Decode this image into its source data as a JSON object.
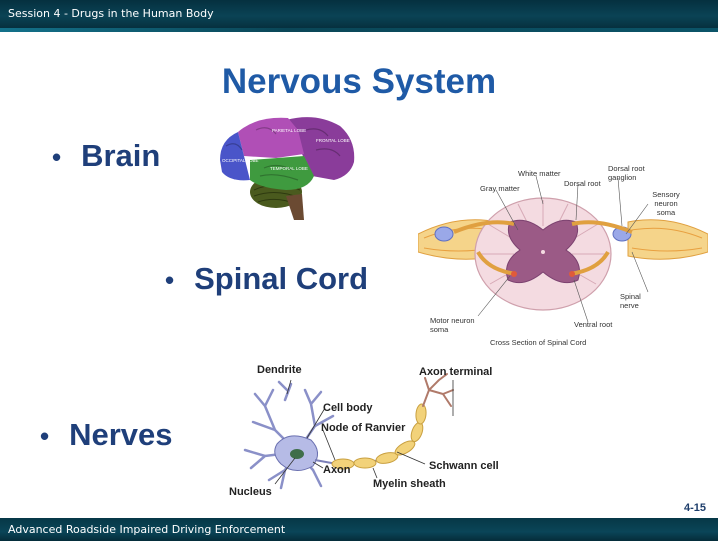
{
  "header": {
    "session": "Session 4 - Drugs in the Human Body"
  },
  "title": "Nervous System",
  "bullets": {
    "brain": "Brain",
    "spinal_cord": "Spinal Cord",
    "nerves": "Nerves",
    "marker": "•"
  },
  "brain_figure": {
    "labels": {
      "parietal": "PARIETAL LOBE",
      "frontal": "FRONTAL LOBE",
      "occipital": "OCCIPITAL LOBE",
      "temporal": "TEMPORAL LOBE"
    }
  },
  "spinal_figure": {
    "labels": {
      "white_matter": "White matter",
      "gray_matter": "Gray matter",
      "dorsal_root": "Dorsal root",
      "dorsal_root_ganglion": "Dorsal root ganglion",
      "sensory_neuron_soma": "Sensory neuron soma",
      "spinal_nerve": "Spinal nerve",
      "motor_neuron_soma": "Motor neuron soma",
      "ventral_root": "Ventral root"
    },
    "caption": "Cross Section of Spinal Cord"
  },
  "neuron_figure": {
    "labels": {
      "dendrite": "Dendrite",
      "cell_body": "Cell body",
      "node_of_ranvier": "Node of Ranvier",
      "axon": "Axon",
      "nucleus": "Nucleus",
      "myelin_sheath": "Myelin sheath",
      "schwann_cell": "Schwann cell",
      "axon_terminal": "Axon terminal"
    }
  },
  "footer": {
    "program": "Advanced Roadside Impaired Driving Enforcement",
    "page": "4-15"
  },
  "colors": {
    "title": "#1f5aa6",
    "bullet_text": "#1f3f7a",
    "bar": "#0a4355"
  }
}
